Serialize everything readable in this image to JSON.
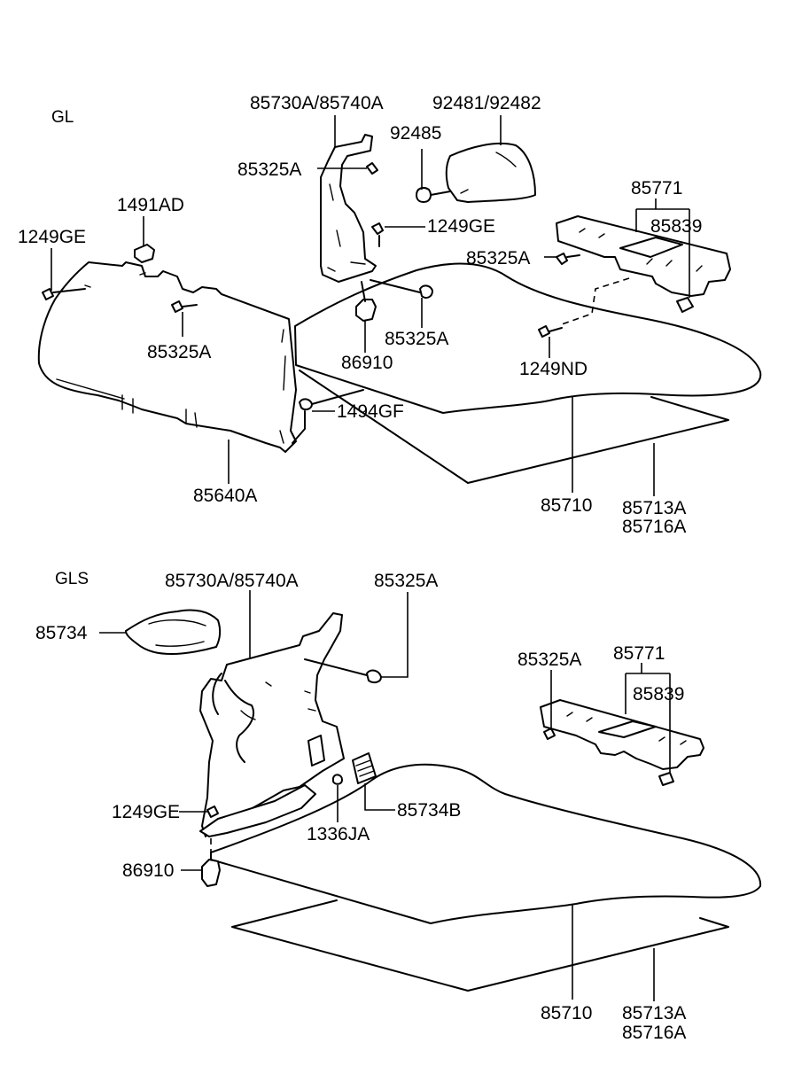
{
  "sections": {
    "gl": "GL",
    "gls": "GLS"
  },
  "gl_labels": {
    "trim_lr": "85730A/85740A",
    "cover_lr": "92481/92482",
    "bulb_92485": "92485",
    "screw_85325a_top": "85325A",
    "clip_1491ad": "1491AD",
    "screw_1249ge_left": "1249GE",
    "screw_1249ge_mid": "1249GE",
    "plate_85771": "85771",
    "clip_85839": "85839",
    "screw_85325a_right": "85325A",
    "screw_85325a_panel": "85325A",
    "screw_85325a_mid": "85325A",
    "clip_86910": "86910",
    "screw_1249nd": "1249ND",
    "screw_1494gf": "1494GF",
    "panel_85640a": "85640A",
    "mat_85710": "85710",
    "mat_85713a": "85713A",
    "mat_85716a": "85716A"
  },
  "gls_labels": {
    "trim_lr": "85730A/85740A",
    "screw_85325a_top": "85325A",
    "cover_85734": "85734",
    "screw_85325a_right": "85325A",
    "plate_85771": "85771",
    "clip_85839": "85839",
    "screw_1249ge": "1249GE",
    "cap_1336ja": "1336JA",
    "cover_85734b": "85734B",
    "clip_86910": "86910",
    "mat_85710": "85710",
    "mat_85713a": "85713A",
    "mat_85716a": "85716A"
  }
}
